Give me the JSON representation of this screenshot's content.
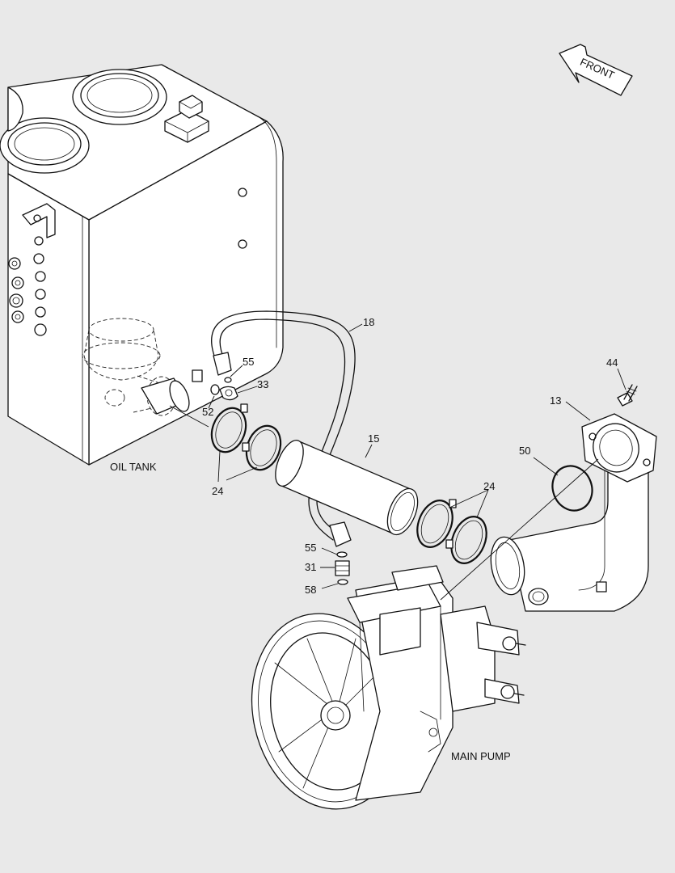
{
  "direction": {
    "label": "FRONT",
    "icon": "front-arrow-icon"
  },
  "assemblies": {
    "oil_tank": "OIL TANK",
    "main_pump": "MAIN PUMP"
  },
  "callouts": {
    "p18": "18",
    "p55a": "55",
    "p33": "33",
    "p52": "52",
    "p24a": "24",
    "p15": "15",
    "p24b": "24",
    "p44": "44",
    "p13": "13",
    "p50": "50",
    "p55b": "55",
    "p31": "31",
    "p58": "58"
  },
  "colors": {
    "background": "#e9e9e9",
    "line": "#111111",
    "fill": "#ffffff"
  }
}
